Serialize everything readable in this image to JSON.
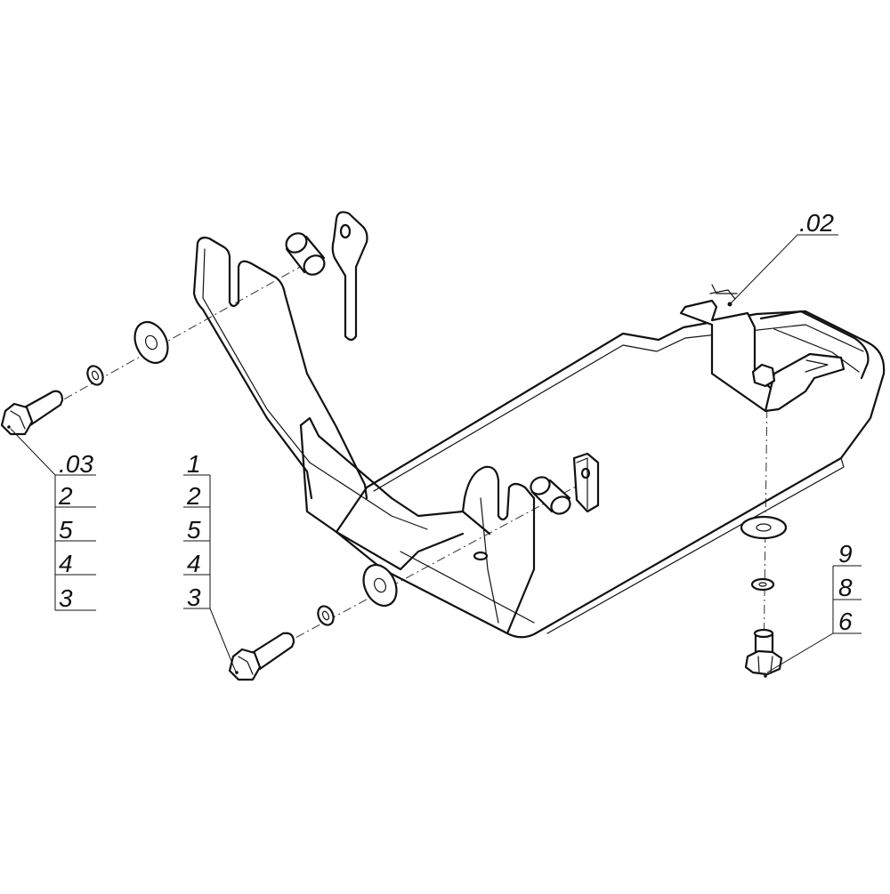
{
  "callouts": {
    "left": [
      ".03",
      "2",
      "5",
      "4",
      "3"
    ],
    "middle": [
      "1",
      "2",
      "5",
      "4",
      "3"
    ],
    "top_right": [
      ".02"
    ],
    "bottom_right": [
      "9",
      "8",
      "6"
    ]
  },
  "colors": {
    "line": "#111111",
    "background": "#ffffff"
  }
}
